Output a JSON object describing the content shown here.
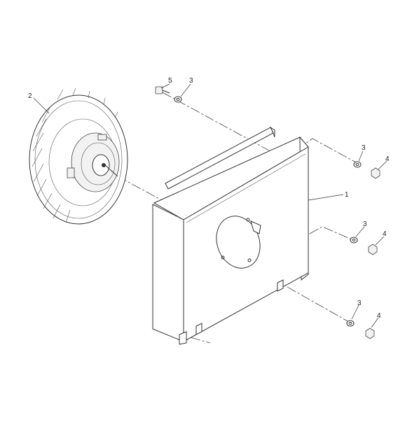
{
  "callouts": [
    {
      "id": "housing",
      "label": "1"
    },
    {
      "id": "impeller",
      "label": "2"
    },
    {
      "id": "washer-top",
      "label": "3"
    },
    {
      "id": "washer-upper-right",
      "label": "3"
    },
    {
      "id": "nut-upper-right",
      "label": "4"
    },
    {
      "id": "washer-mid-right",
      "label": "3"
    },
    {
      "id": "nut-mid-right",
      "label": "4"
    },
    {
      "id": "washer-lower",
      "label": "3"
    },
    {
      "id": "nut-lower",
      "label": "4"
    },
    {
      "id": "bolt-top",
      "label": "5"
    }
  ]
}
